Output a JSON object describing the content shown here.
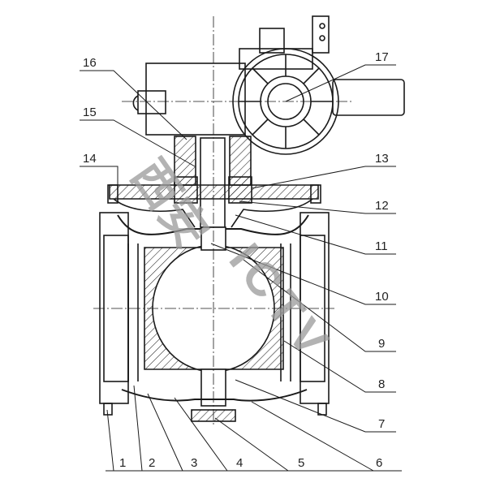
{
  "title": "Ball valve with gear operator - sectional drawing",
  "watermark": {
    "text_cn": "西安",
    "text_en": "ICTV"
  },
  "callouts": {
    "left": [
      "16",
      "15",
      "14"
    ],
    "right": [
      "17",
      "13",
      "12",
      "11",
      "10",
      "9",
      "8",
      "7"
    ],
    "bottom": [
      "1",
      "2",
      "3",
      "4",
      "5",
      "6"
    ]
  },
  "colors": {
    "line": "#1a1a1a",
    "watermark": "#9a9a9a"
  }
}
